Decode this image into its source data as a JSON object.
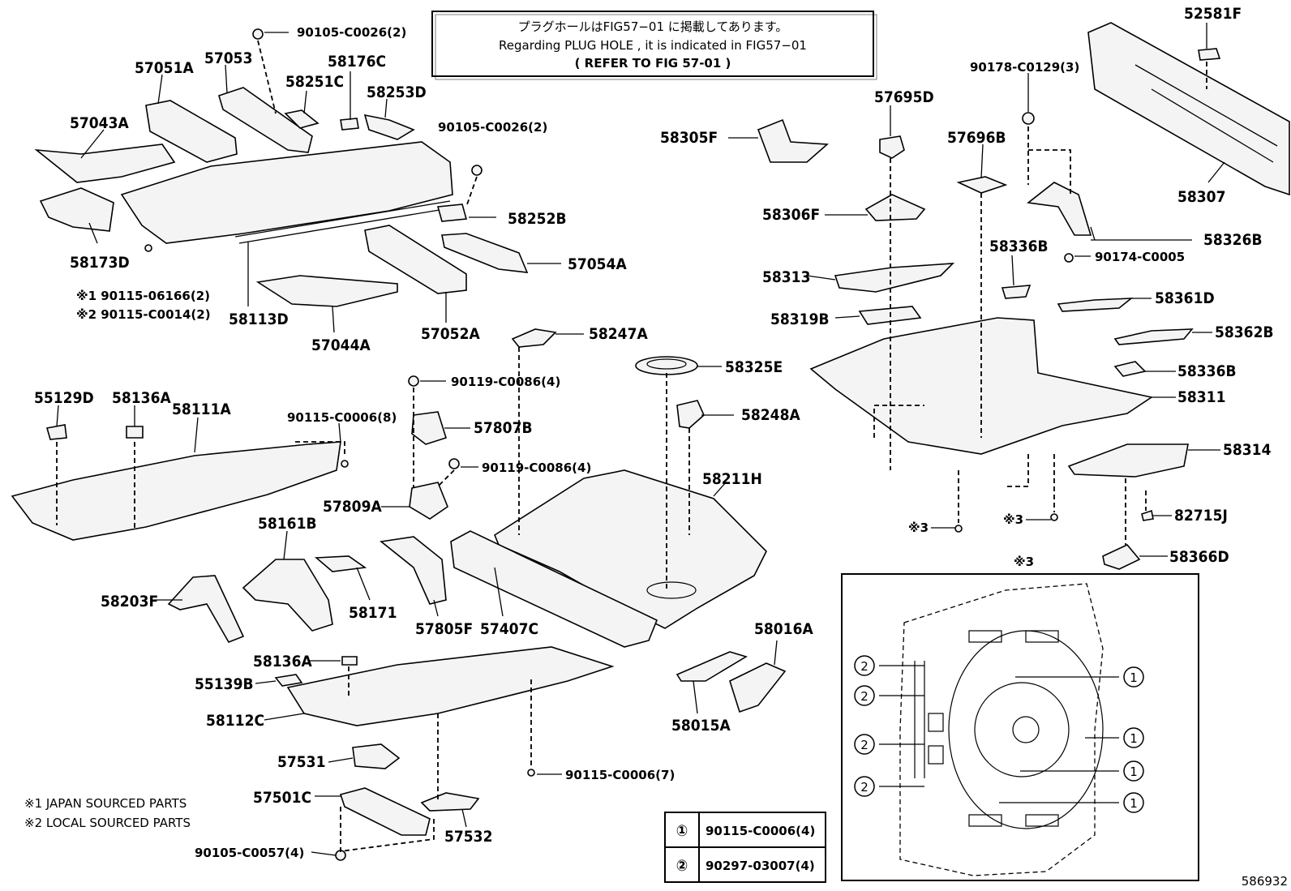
{
  "notice": {
    "line1": "プラグホールはFIG57−01 に掲載してあります。",
    "line2": "Regarding  PLUG HOLE , it is indicated in FIG57−01",
    "line3": "(  REFER TO FIG 57-01   )"
  },
  "labels": {
    "p57051A": "57051A",
    "p57053": "57053",
    "p58176C": "58176C",
    "p58251C": "58251C",
    "p58253D": "58253D",
    "p57043A": "57043A",
    "p58173D": "58173D",
    "b90105_C0026_top": "90105-C0026(2)",
    "b90105_C0026_mid": "90105-C0026(2)",
    "p58252B": "58252B",
    "p57054A": "57054A",
    "p58113D": "58113D",
    "p57044A": "57044A",
    "p57052A": "57052A",
    "n1": "※1 90115-06166(2)",
    "n2": "※2 90115-C0014(2)",
    "p58247A": "58247A",
    "p58325E": "58325E",
    "b90119_a": "90119-C0086(4)",
    "p57807B": "57807B",
    "b90119_b": "90119-C0086(4)",
    "p57809A": "57809A",
    "p58248A": "58248A",
    "p58211H": "58211H",
    "p55129D": "55129D",
    "p58136A_a": "58136A",
    "p58111A": "58111A",
    "b90115_C0006_8": "90115-C0006(8)",
    "p58161B": "58161B",
    "p58203F": "58203F",
    "p58171": "58171",
    "p57805F": "57805F",
    "p57407C": "57407C",
    "p58016A": "58016A",
    "p58015A": "58015A",
    "p58136A_b": "58136A",
    "p55139B": "55139B",
    "p58112C": "58112C",
    "p57531": "57531",
    "p57501C": "57501C",
    "p57532": "57532",
    "b90115_C0006_7": "90115-C0006(7)",
    "b90105_C0057": "90105-C0057(4)",
    "p52581F": "52581F",
    "p58307": "58307",
    "b90178": "90178-C0129(3)",
    "p57695D": "57695D",
    "p58305F": "58305F",
    "p57696B": "57696B",
    "p58306F": "58306F",
    "p58326B": "58326B",
    "b90174": "90174-C0005",
    "p58313": "58313",
    "p58336B_a": "58336B",
    "p58361D": "58361D",
    "p58319B": "58319B",
    "p58362B": "58362B",
    "p58336B_b": "58336B",
    "p58311": "58311",
    "p58314": "58314",
    "p82715J": "82715J",
    "p58366D": "58366D",
    "ref3_a": "※3",
    "ref3_b": "※3",
    "ref3_title": "※3",
    "src1": "※1 JAPAN SOURCED PARTS",
    "src2": "※2 LOCAL SOURCED PARTS",
    "figno": "586932"
  },
  "legend": [
    {
      "mark": "①",
      "part": "90115-C0006(4)"
    },
    {
      "mark": "②",
      "part": "90297-03007(4)"
    }
  ],
  "detail_marks": {
    "one": "1",
    "two": "2"
  }
}
